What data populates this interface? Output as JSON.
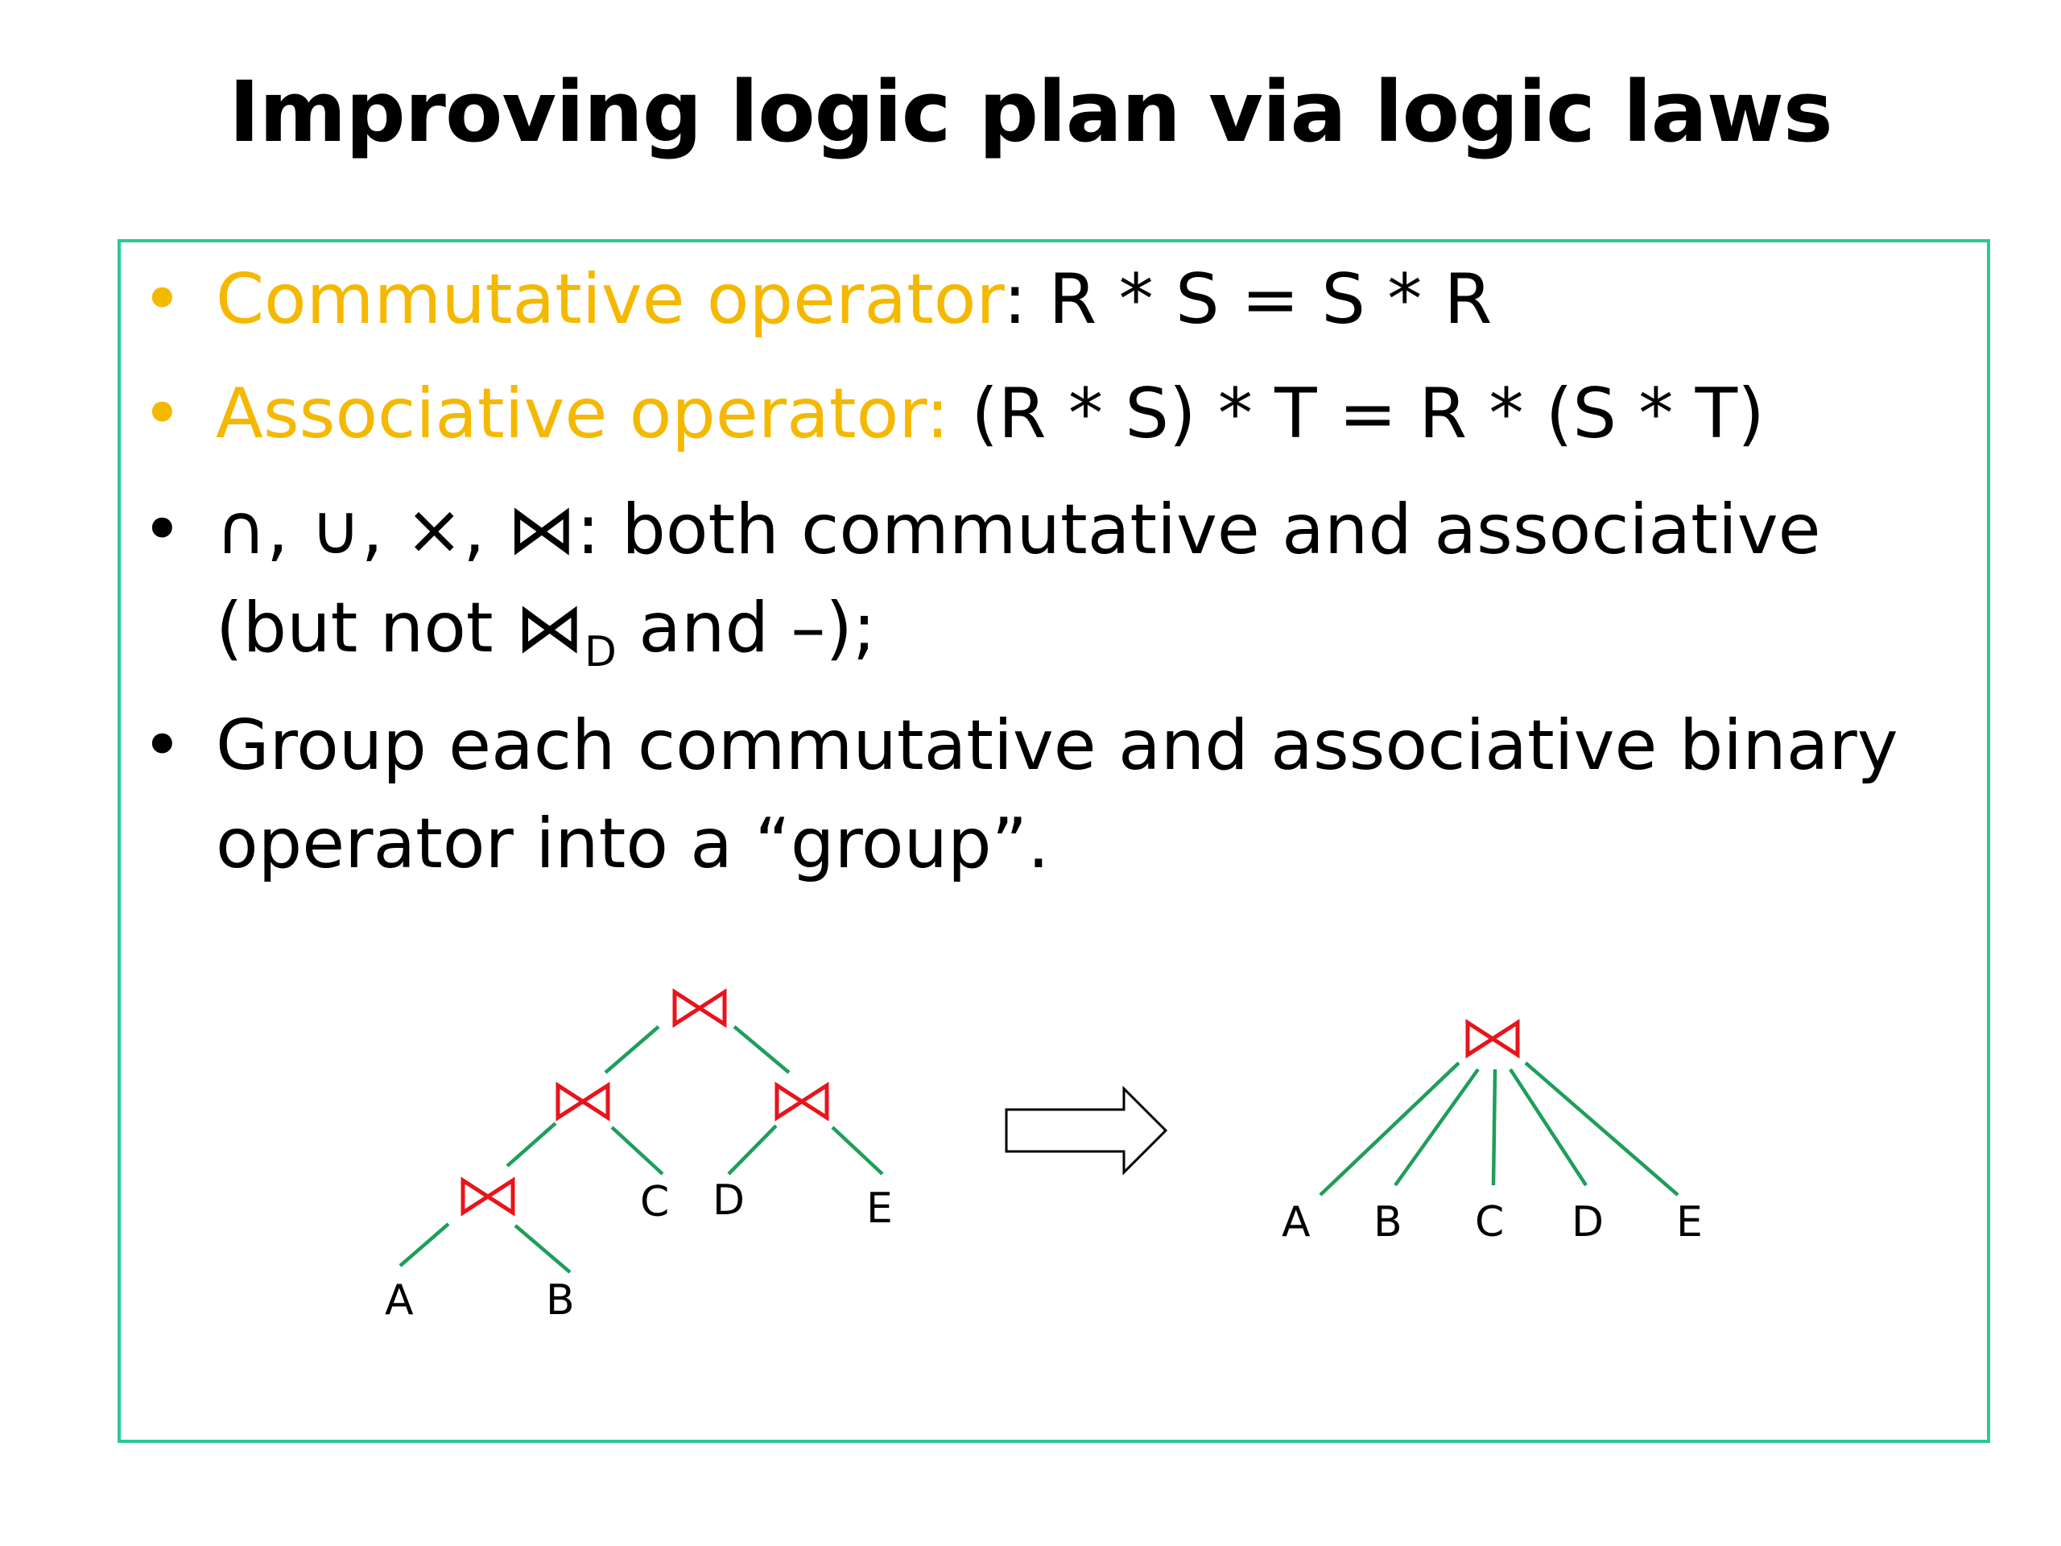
{
  "title": "Improving logic plan via logic laws",
  "colors": {
    "accent": "#F5B800",
    "frame": "#2CC79A",
    "edge": "#1E9E5A",
    "operator": "#E8141C",
    "text": "#000000"
  },
  "bullets": [
    {
      "label": "Commutative operator",
      "rest": ":  R * S = S * R"
    },
    {
      "label": "Associative operator:",
      "rest": " (R * S) * T = R * (S * T)"
    },
    {
      "line1": "∩, ∪, ×, ⋈: both commutative and associative",
      "line2_pre": "(but not ⋈",
      "line2_sub": "D",
      "line2_post": " and –);"
    },
    {
      "line1": "Group each commutative and associative binary",
      "line2": "operator into a “group”."
    }
  ],
  "diagram": {
    "join_symbol": "⋈",
    "left_tree_leaves": [
      "A",
      "B",
      "C",
      "D",
      "E"
    ],
    "right_tree_leaves": [
      "A",
      "B",
      "C",
      "D",
      "E"
    ],
    "arrow_icon": "right-arrow-icon"
  }
}
